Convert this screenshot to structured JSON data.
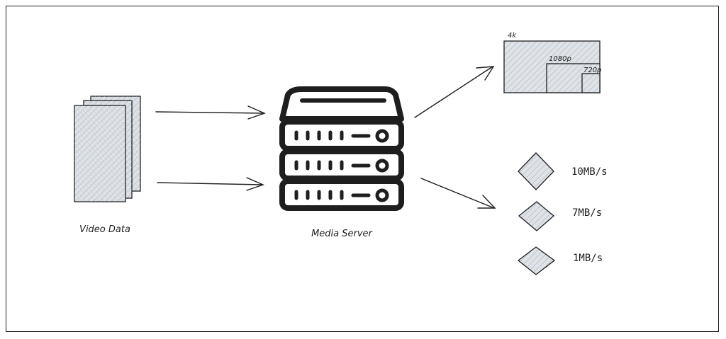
{
  "colors": {
    "stroke": "#1e1e1e",
    "fill_gray": "#ced4da",
    "background": "#ffffff"
  },
  "source": {
    "label": "Video Data",
    "icon": "video-stack-icon"
  },
  "server": {
    "label": "Media Server",
    "icon": "server-rack-icon"
  },
  "resolutions": {
    "outer": "4k",
    "middle": "1080p",
    "inner": "720p"
  },
  "bitrates": [
    {
      "label": "10MB/s"
    },
    {
      "label": "7MB/s"
    },
    {
      "label": "1MB/s"
    }
  ]
}
